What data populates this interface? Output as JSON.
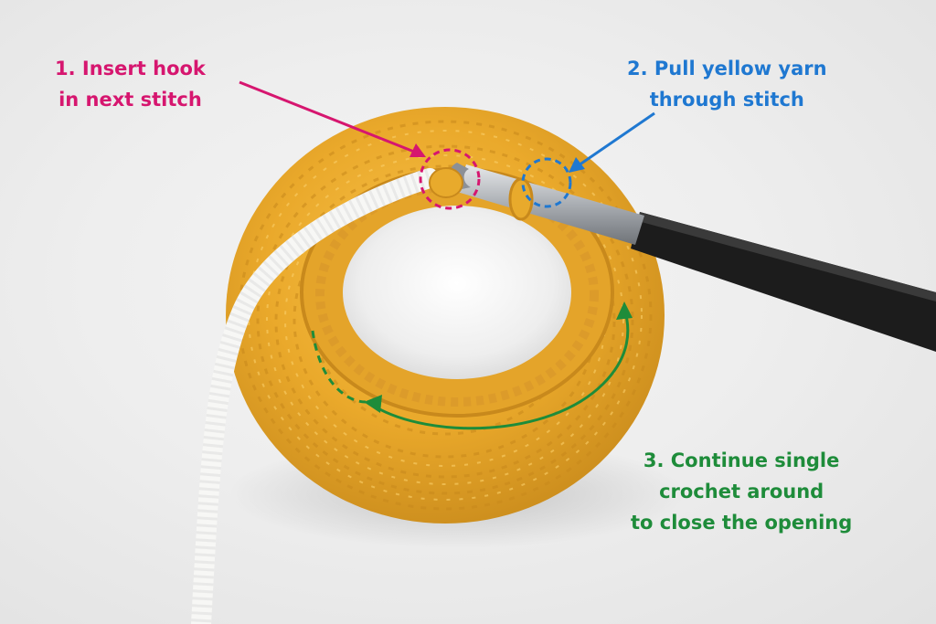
{
  "callouts": [
    {
      "line1": "1. Insert hook",
      "line2": "in next stitch",
      "color": "#d6166f"
    },
    {
      "line1": "2. Pull yellow yarn",
      "line2": "through stitch",
      "color": "#1f78d1"
    },
    {
      "line1": "3. Continue single",
      "line2": "crochet around",
      "line3": "to close the opening",
      "color": "#1e8c3a"
    }
  ],
  "colors": {
    "background": "#ebebeb",
    "yellow_yarn": "#e8aa2c",
    "white_yarn": "#f7f7f5",
    "stuffing": "#f1f1f1",
    "hook_handle": "#1c1c1c",
    "hook_shaft": "#b8bcc0"
  },
  "icons": [
    "crochet-hook-icon",
    "circle-marker-icon",
    "arrow-icon"
  ]
}
